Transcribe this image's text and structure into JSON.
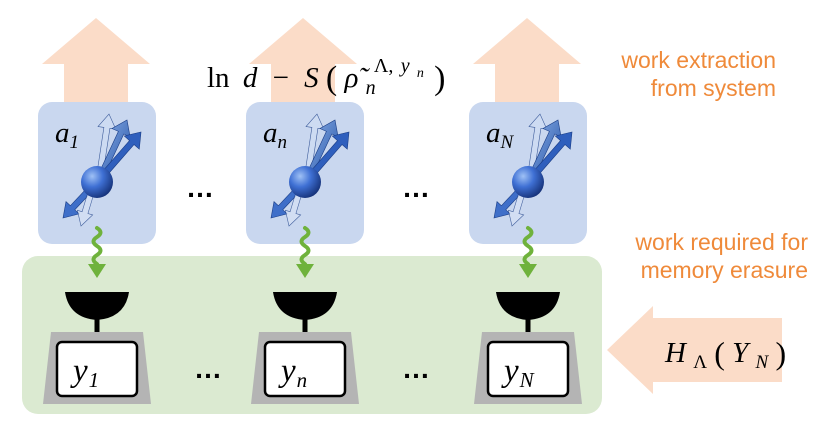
{
  "colors": {
    "arrow_fill": "#fbdcc8",
    "system_box": "#c9d7ef",
    "memory_box": "#dbead1",
    "wavy_arrow": "#6fb23c",
    "orange_text": "#ef8a3a",
    "detector": "#000000",
    "scale_base": "#b4b4b4"
  },
  "top_label": {
    "ln": "ln",
    "d": "d",
    "minus": "−",
    "S": "S",
    "open": "(",
    "rho": "ρ̃",
    "sub_n": "n",
    "sup_lambda": "Λ,",
    "sup_y": "y",
    "sup_y_sub": "n",
    "close": ")"
  },
  "side_labels": {
    "extraction_line1": "work extraction",
    "extraction_line2": "from system",
    "erasure_line1": "work required for",
    "erasure_line2": "memory erasure"
  },
  "entropy_label": {
    "H": "H",
    "H_sub": "Λ",
    "open": "(",
    "Y": "Y",
    "Y_sub": "N",
    "close": ")"
  },
  "ellipsis": "…",
  "units": [
    {
      "a": "a",
      "a_sub": "1",
      "y": "y",
      "y_sub": "1",
      "icon": "spin-icon"
    },
    {
      "a": "a",
      "a_sub": "n",
      "y": "y",
      "y_sub": "n",
      "icon": "spin-icon"
    },
    {
      "a": "a",
      "a_sub": "N",
      "y": "y",
      "y_sub": "N",
      "icon": "spin-icon"
    }
  ]
}
